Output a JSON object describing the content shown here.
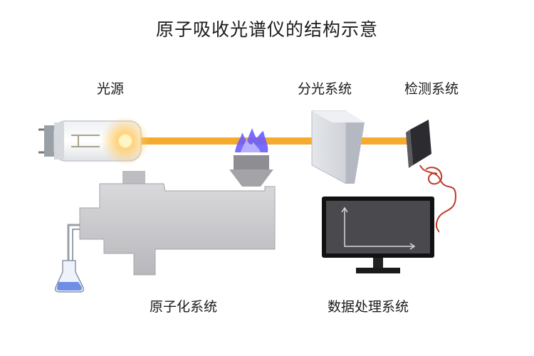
{
  "title": "原子吸收光谱仪的结构示意",
  "labels": {
    "light_source": "光源",
    "monochromator": "分光系统",
    "detector": "检测系统",
    "atomizer": "原子化系统",
    "data_processing": "数据处理系统"
  },
  "colors": {
    "beam": "#f5a623",
    "flame": "#6a5cff",
    "body_gray": "#c9c9cc",
    "cable": "#c0392b",
    "monitor_frame": "#111111",
    "screen": "#4a4a4e",
    "liquid": "#6f8fe6"
  }
}
